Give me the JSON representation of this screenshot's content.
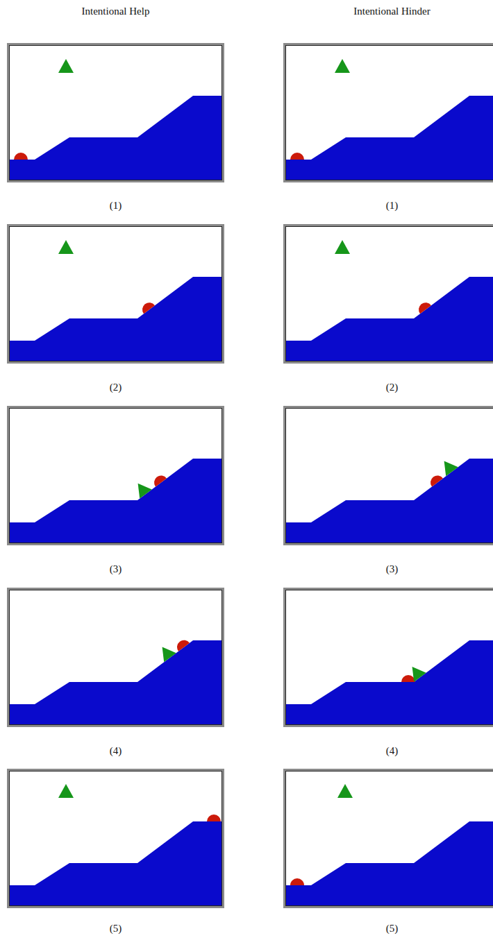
{
  "diagram": {
    "labels": [
      "Intentional Help",
      "Intentional Hinder",
      "(1)",
      "(1)",
      "(2)",
      "(2)",
      "(3)",
      "(3)",
      "(4)",
      "(4)",
      "(5)",
      "(5)"
    ]
  }
}
